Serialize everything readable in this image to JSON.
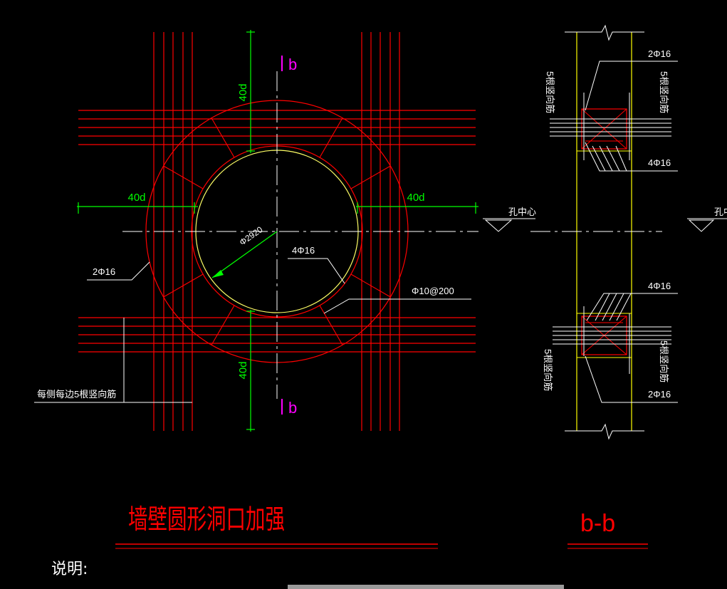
{
  "drawing": {
    "title": "墙壁圆形洞口加强",
    "section_title": "b-b",
    "notes_label": "说明:",
    "section_mark_top": "b",
    "section_mark_bottom": "b",
    "dim_top": "40d",
    "dim_bottom": "40d",
    "dim_left": "40d",
    "dim_right": "40d",
    "diameter": "Φ2920",
    "rebar_ring_left": "2Φ16",
    "rebar_ring_inner": "4Φ16",
    "stirrup": "Φ10@200",
    "side_bars_note": "每侧每边5根竖向筋",
    "center_label": "孔中心",
    "center_label_right": "孔中",
    "section_top_upper": "2Φ16",
    "section_top_lower": "4Φ16",
    "section_bottom_upper": "4Φ16",
    "section_bottom_lower": "2Φ16",
    "section_vert_label_tl": "5根竖向筋",
    "section_vert_label_tr": "5根竖向筋",
    "section_vert_label_bl": "5根竖向筋",
    "section_vert_label_br": "5根竖向筋"
  },
  "colors": {
    "background": "#000000",
    "rebar": "#ff0000",
    "dimension": "#00ff00",
    "opening": "#ffff66",
    "wall": "#ffff00",
    "section_mark": "#ff00ff",
    "text": "#ffffff"
  }
}
